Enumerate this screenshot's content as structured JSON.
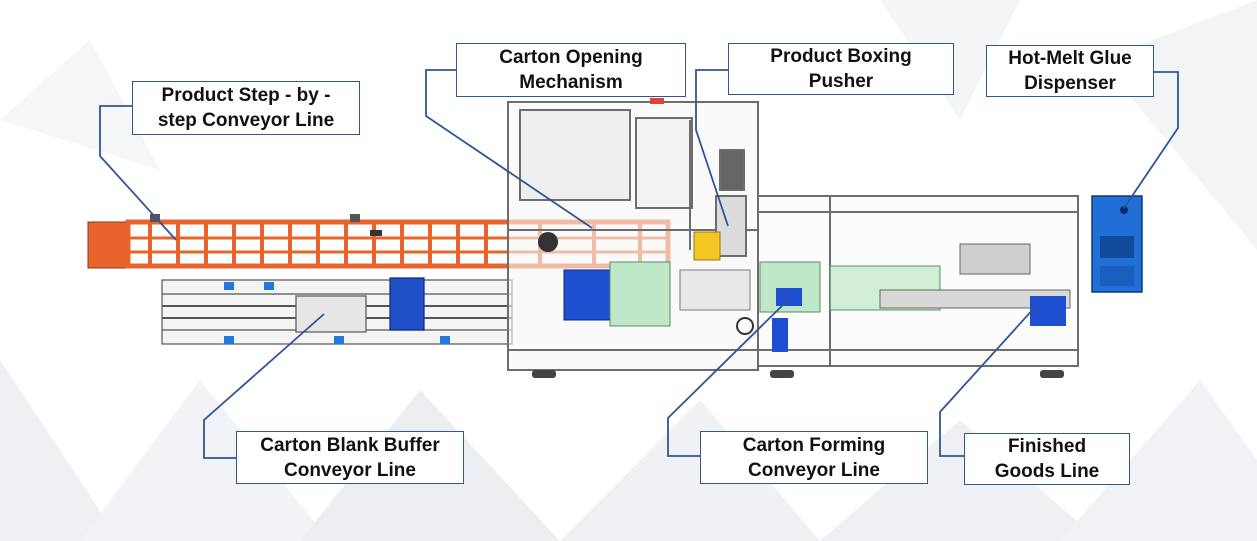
{
  "labels": {
    "product_step_conveyor": {
      "line1": "Product Step - by -",
      "line2": "step Conveyor Line"
    },
    "carton_opening": {
      "line1": "Carton Opening",
      "line2": "Mechanism"
    },
    "product_boxing_pusher": {
      "line1": "Product Boxing",
      "line2": "Pusher"
    },
    "hot_melt_glue": {
      "line1": "Hot-Melt Glue",
      "line2": "Dispenser"
    },
    "carton_blank_buffer": {
      "line1": "Carton Blank Buffer",
      "line2": "Conveyor Line"
    },
    "carton_forming": {
      "line1": "Carton Forming",
      "line2": "Conveyor Line"
    },
    "finished_goods": {
      "line1": "Finished",
      "line2": "Goods Line"
    }
  },
  "colors": {
    "label_border": "#2f5597",
    "leader_line": "#2f5597",
    "conveyor_orange": "#e8642c",
    "glue_unit_blue": "#1f6fd6",
    "frame_gray": "#7a7a7a",
    "part_green": "#bfe8c8",
    "part_yellow": "#f3c623"
  }
}
